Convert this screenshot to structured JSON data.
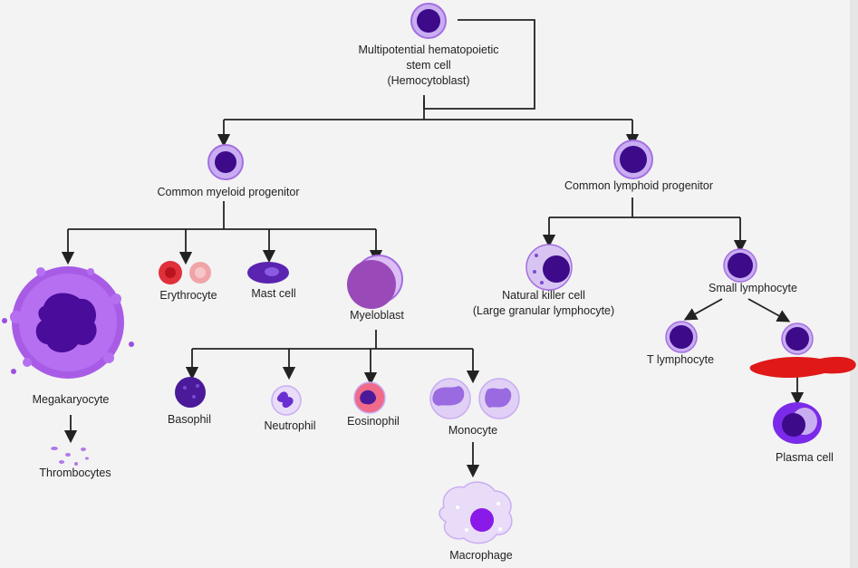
{
  "nodes": {
    "stem_cell": [
      "Multipotential hematopoietic",
      "stem cell",
      "(Hemocytoblast)"
    ],
    "myeloid_progenitor": "Common myeloid progenitor",
    "lymphoid_progenitor": "Common lymphoid progenitor",
    "megakaryocyte": "Megakaryocyte",
    "thrombocytes": "Thrombocytes",
    "erythrocyte": "Erythrocyte",
    "mast_cell": "Mast cell",
    "myeloblast": "Myeloblast",
    "basophil": "Basophil",
    "neutrophil": "Neutrophil",
    "eosinophil": "Eosinophil",
    "monocyte": "Monocyte",
    "macrophage": "Macrophage",
    "natural_killer": [
      "Natural killer cell",
      "(Large granular lymphocyte)"
    ],
    "small_lymphocyte": "Small lymphocyte",
    "t_lymphocyte": "T lymphocyte",
    "plasma_cell": "Plasma cell"
  },
  "colors": {
    "cell_dark": "#3d0a8a",
    "cell_light": "#c3a6ef",
    "membrane": "#a46ee0",
    "erythrocyte": "#e0303a",
    "redaction": "#e01818",
    "line": "#222222",
    "background": "#f3f3f3"
  }
}
